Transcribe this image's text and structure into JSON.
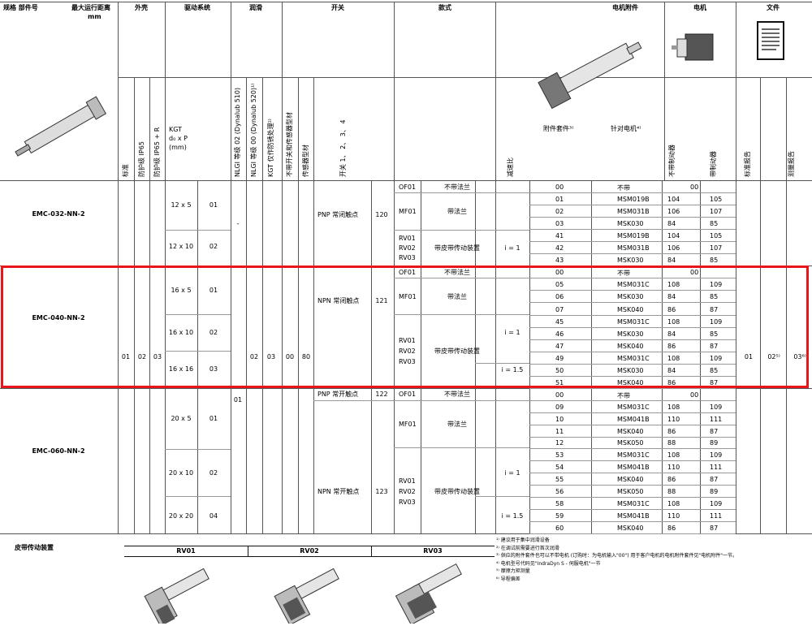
{
  "headers": {
    "model": "规格 部件号",
    "max_stroke": "最大运行距离",
    "max_stroke_unit": "mm",
    "housing": "外壳",
    "drive": "驱动系统",
    "lube": "润滑",
    "switch": "开关",
    "version": "款式",
    "motor_attach": "电机附件",
    "motor": "电机",
    "docs": "文件",
    "kgt": "KGT",
    "kgt_dim": "d₀ x P",
    "kgt_unit": "(mm)",
    "kit": "附件套件³⁾",
    "for_motor": "针对电机⁴⁾",
    "ratio": "减速比"
  },
  "vertical_headers": {
    "standard": "标准",
    "ip65": "防护级 IP65",
    "ip65r": "防护级 IP65 + R",
    "nlgi02": "NLGI 等级 02 (Dynalub 510)",
    "nlgi00": "NLGI 等级 00 (Dynalub 520)¹⁾",
    "kgt_rust": "KGT 仅作防锈处理²⁾",
    "no_switch": "不带开关和传感器型材",
    "sensor": "传感器型材",
    "switch_nums": "开关 1、 2、 3、 4",
    "no_brake": "不带制动器",
    "brake": "带制动器",
    "std_report": "标准报告",
    "meas_report": "测量报告"
  },
  "models": {
    "m1": "EMC-032-NN-2",
    "m2": "EMC-040-NN-2",
    "m3": "EMC-060-NN-2"
  },
  "codes": {
    "std": "01",
    "ip65": "02",
    "ip65r": "03",
    "nlgi02": "02",
    "nlgi00": "03",
    "noswitch": "00",
    "sensor": "80",
    "lube01": "01",
    "dash": "-",
    "doc1": "01",
    "doc2": "02⁵⁾",
    "doc3": "03⁶⁾"
  },
  "kgt": [
    {
      "dim": "12 x 5",
      "code": "01"
    },
    {
      "dim": "12 x 10",
      "code": "02"
    },
    {
      "dim": "16 x 5",
      "code": "01"
    },
    {
      "dim": "16 x 10",
      "code": "02"
    },
    {
      "dim": "16 x 16",
      "code": "03"
    },
    {
      "dim": "20 x 5",
      "code": "01"
    },
    {
      "dim": "20 x 10",
      "code": "02"
    },
    {
      "dim": "20 x 20",
      "code": "04"
    }
  ],
  "switches": [
    {
      "label": "PNP 常闭触点",
      "code": "120"
    },
    {
      "label": "NPN 常闭触点",
      "code": "121"
    },
    {
      "label": "PNP 常开触点",
      "code": "122"
    },
    {
      "label": "NPN 常开触点",
      "code": "123"
    }
  ],
  "versions": {
    "of01": "OF01",
    "no_flange": "不带法兰",
    "mf01": "MF01",
    "flange": "带法兰",
    "rv01": "RV01",
    "rv02": "RV02",
    "rv03": "RV03",
    "belt": "带皮带传动装置",
    "i1": "i = 1",
    "i15": "i = 1.5"
  },
  "rows": [
    [
      "00",
      "不带",
      "00",
      ""
    ],
    [
      "01",
      "MSM019B",
      "104",
      "105"
    ],
    [
      "02",
      "MSM031B",
      "106",
      "107"
    ],
    [
      "03",
      "MSK030",
      "84",
      "85"
    ],
    [
      "41",
      "MSM019B",
      "104",
      "105"
    ],
    [
      "42",
      "MSM031B",
      "106",
      "107"
    ],
    [
      "43",
      "MSK030",
      "84",
      "85"
    ],
    [
      "00",
      "不带",
      "00",
      ""
    ],
    [
      "05",
      "MSM031C",
      "108",
      "109"
    ],
    [
      "06",
      "MSK030",
      "84",
      "85"
    ],
    [
      "07",
      "MSK040",
      "86",
      "87"
    ],
    [
      "45",
      "MSM031C",
      "108",
      "109"
    ],
    [
      "46",
      "MSK030",
      "84",
      "85"
    ],
    [
      "47",
      "MSK040",
      "86",
      "87"
    ],
    [
      "49",
      "MSM031C",
      "108",
      "109"
    ],
    [
      "50",
      "MSK030",
      "84",
      "85"
    ],
    [
      "51",
      "MSK040",
      "86",
      "87"
    ],
    [
      "00",
      "不带",
      "00",
      ""
    ],
    [
      "09",
      "MSM031C",
      "108",
      "109"
    ],
    [
      "10",
      "MSM041B",
      "110",
      "111"
    ],
    [
      "11",
      "MSK040",
      "86",
      "87"
    ],
    [
      "12",
      "MSK050",
      "88",
      "89"
    ],
    [
      "53",
      "MSM031C",
      "108",
      "109"
    ],
    [
      "54",
      "MSM041B",
      "110",
      "111"
    ],
    [
      "55",
      "MSK040",
      "86",
      "87"
    ],
    [
      "56",
      "MSK050",
      "88",
      "89"
    ],
    [
      "58",
      "MSM031C",
      "108",
      "109"
    ],
    [
      "59",
      "MSM041B",
      "110",
      "111"
    ],
    [
      "60",
      "MSK040",
      "86",
      "87"
    ]
  ],
  "footer": {
    "belt_drive": "皮带传动装置",
    "rv01": "RV01",
    "rv02": "RV02",
    "rv03": "RV03"
  },
  "footnotes": [
    "¹⁾ 建议用于集中润滑设备",
    "²⁾ 在调试前需要进行首次润滑",
    "³⁾ 供应的附件套件也可以不带电机 (订购时：为电机输入\"00\") 用于客户电机的电机附件套件见\"电机附件\"一节。",
    "⁴⁾ 电机型号代码见\"IndraDyn S - 伺服电机\"一节",
    "⁵⁾ 摩擦力矩测量",
    "⁶⁾ 导程偏差"
  ],
  "colors": {
    "highlight": "#e8151b",
    "line": "#555555"
  }
}
